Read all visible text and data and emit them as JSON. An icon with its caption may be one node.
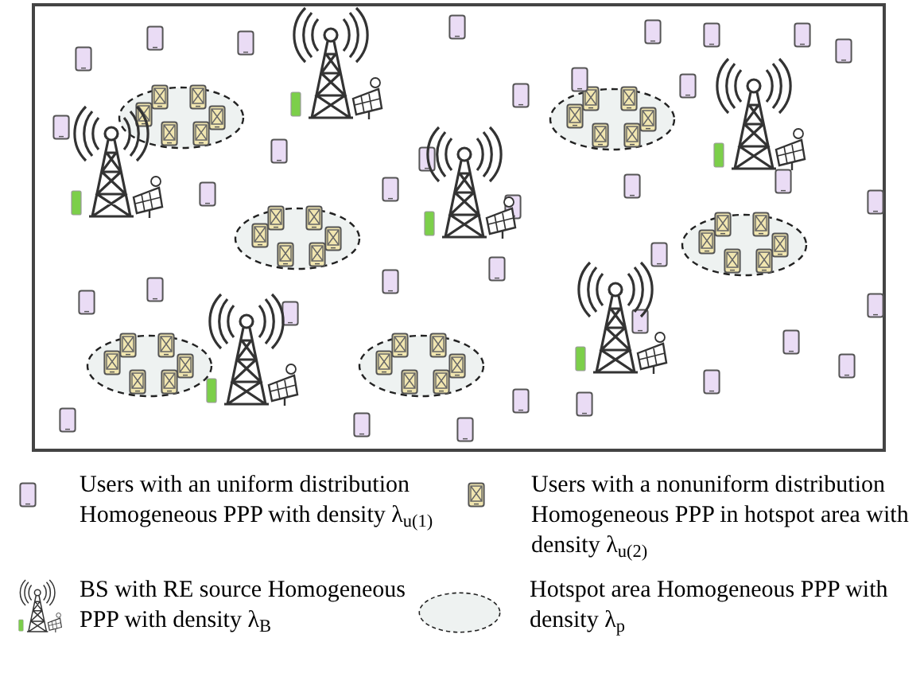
{
  "diagram": {
    "legend": [
      {
        "text": "Users with an uniform distribution Homogeneous PPP with density λ$_{u(1)}$"
      },
      {
        "text": "Users with a nonuniform distribution Homogeneous PPP in hotspot area with density λ$_{u(2)}$"
      },
      {
        "text": "BS with RE source Homogeneous PPP with density λ$_{B}$"
      },
      {
        "text": "Hotspot area Homogeneous PPP with density λ$_{p}$"
      }
    ]
  }
}
